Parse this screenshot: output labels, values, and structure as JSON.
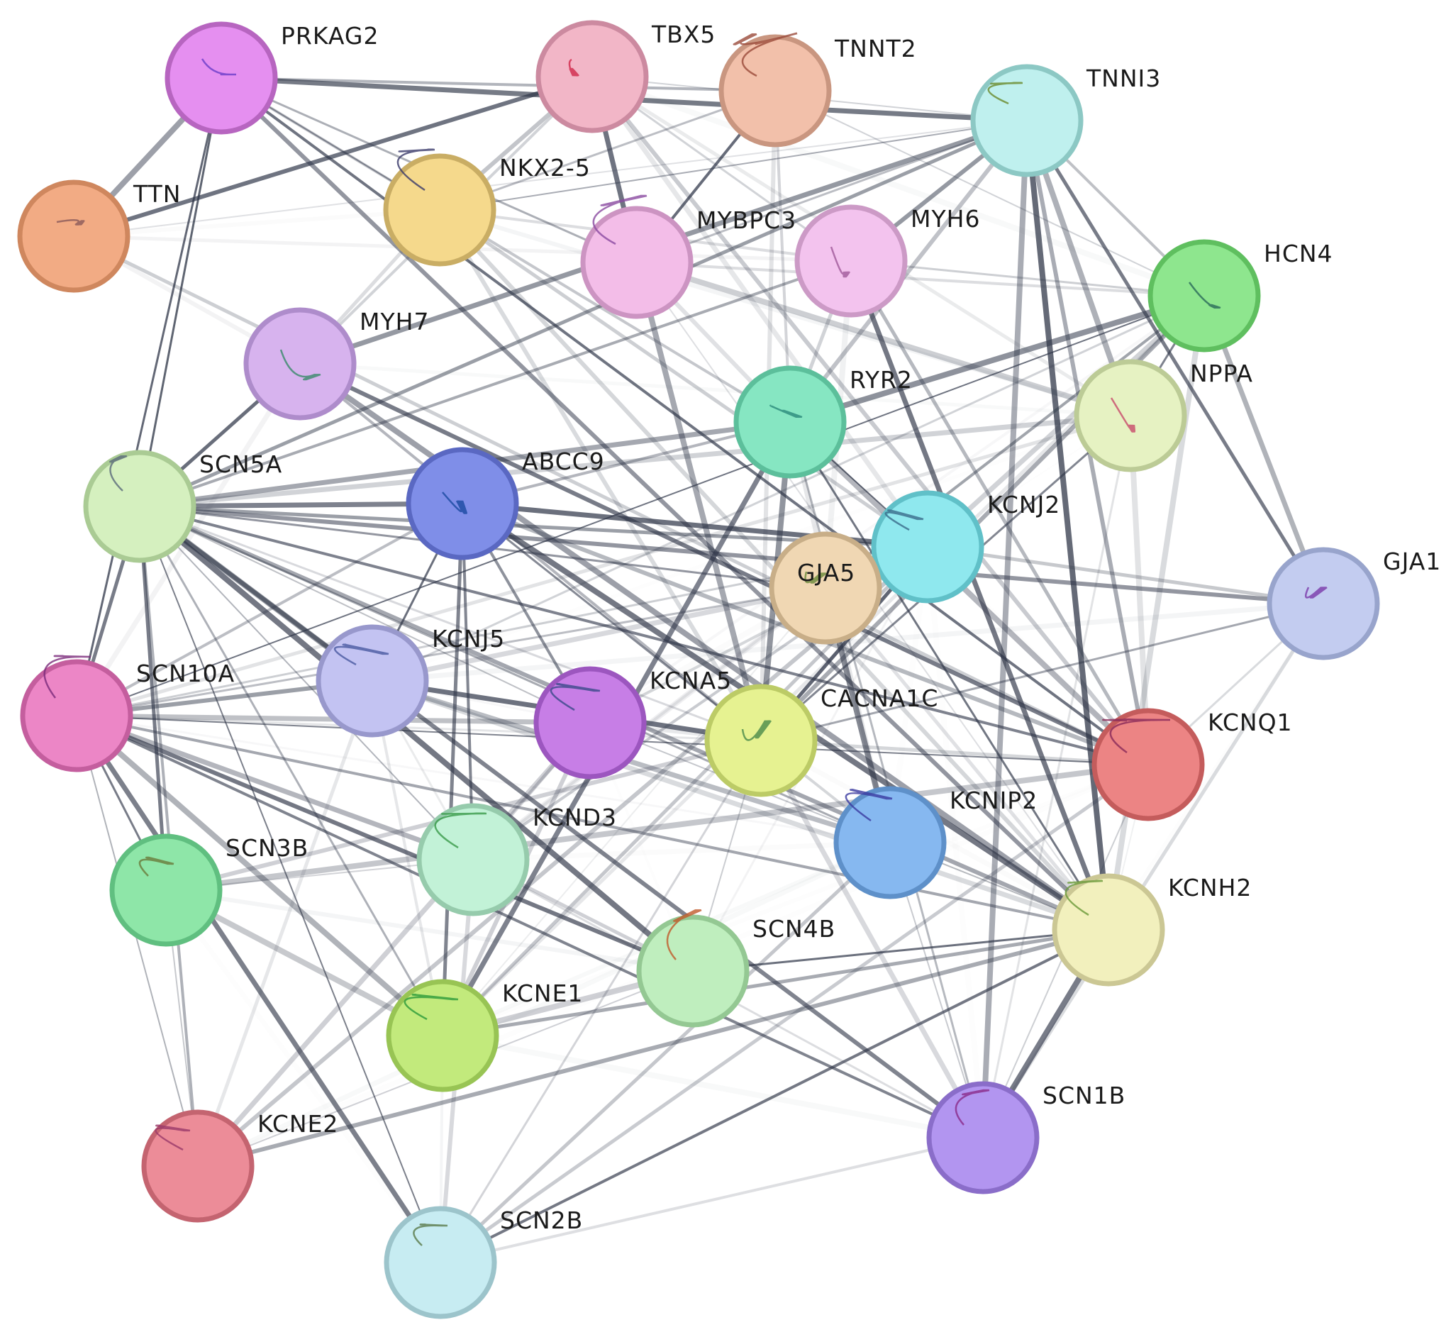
{
  "diagram": {
    "type": "protein-interaction-network",
    "nodes": [
      {
        "id": "PRKAG2",
        "label": "PRKAG2",
        "color": "#e58ff0",
        "border": "#b765c0",
        "structure": "#6a3cc8"
      },
      {
        "id": "TBX5",
        "label": "TBX5",
        "color": "#f2b6c7",
        "border": "#cc8aa0",
        "structure": "#d0284a"
      },
      {
        "id": "TNNT2",
        "label": "TNNT2",
        "color": "#f2c0aa",
        "border": "#c99680",
        "structure": "#9a4a3a"
      },
      {
        "id": "TNNI3",
        "label": "TNNI3",
        "color": "#bff0ee",
        "border": "#8cc8c4",
        "structure": "#6a8a2a"
      },
      {
        "id": "TTN",
        "label": "TTN",
        "color": "#f2ab84",
        "border": "#cf875e",
        "structure": "#8a5a5a"
      },
      {
        "id": "NKX2-5",
        "label": "NKX2-5",
        "color": "#f5d98c",
        "border": "#c9ad64",
        "structure": "#3a3a6a"
      },
      {
        "id": "MYBPC3",
        "label": "MYBPC3",
        "color": "#f3bde8",
        "border": "#cc94c2",
        "structure": "#8a4aa0"
      },
      {
        "id": "MYH6",
        "label": "MYH6",
        "color": "#f3c3ee",
        "border": "#cc9ac6",
        "structure": "#a05a9a"
      },
      {
        "id": "HCN4",
        "label": "HCN4",
        "color": "#8ee68e",
        "border": "#5fbf5f",
        "structure": "#2a6a5a"
      },
      {
        "id": "MYH7",
        "label": "MYH7",
        "color": "#d7b3ee",
        "border": "#ae8ccb",
        "structure": "#3a8a6a"
      },
      {
        "id": "NPPA",
        "label": "NPPA",
        "color": "#e6f2c2",
        "border": "#bccb96",
        "structure": "#c84a6a"
      },
      {
        "id": "RYR2",
        "label": "RYR2",
        "color": "#86e6c2",
        "border": "#5cbf9b",
        "structure": "#2a8a7a"
      },
      {
        "id": "SCN5A",
        "label": "SCN5A",
        "color": "#d5f0bf",
        "border": "#aacb94",
        "structure": "#5a6a7a"
      },
      {
        "id": "ABCC9",
        "label": "ABCC9",
        "color": "#7f8ee8",
        "border": "#5a68c2",
        "structure": "#1a4aa0"
      },
      {
        "id": "KCNJ2",
        "label": "KCNJ2",
        "color": "#8fe8ee",
        "border": "#60c0c8",
        "structure": "#3a6a8a"
      },
      {
        "id": "GJA5",
        "label": "GJA5",
        "color": "#f0d7b3",
        "border": "#c8ae88",
        "structure": "#6a8a3a"
      },
      {
        "id": "GJA1",
        "label": "GJA1",
        "color": "#c3ccf0",
        "border": "#98a4cc",
        "structure": "#7a3aaa"
      },
      {
        "id": "SCN10A",
        "label": "SCN10A",
        "color": "#ec86c6",
        "border": "#c45e9e",
        "structure": "#7a2a7a"
      },
      {
        "id": "KCNJ5",
        "label": "KCNJ5",
        "color": "#c3c3f2",
        "border": "#9898cc",
        "structure": "#4a5aa0"
      },
      {
        "id": "KCNA5",
        "label": "KCNA5",
        "color": "#c77ee6",
        "border": "#9c56bf",
        "structure": "#3a4a8a"
      },
      {
        "id": "CACNA1C",
        "label": "CACNA1C",
        "color": "#e6f291",
        "border": "#bccb66",
        "structure": "#4a8a4a"
      },
      {
        "id": "KCNQ1",
        "label": "KCNQ1",
        "color": "#ec8484",
        "border": "#c45c5c",
        "structure": "#8a2a5a"
      },
      {
        "id": "KCND3",
        "label": "KCND3",
        "color": "#c2f2d7",
        "border": "#96cbac",
        "structure": "#3a9a4a"
      },
      {
        "id": "KCNIP2",
        "label": "KCNIP2",
        "color": "#86b8f0",
        "border": "#5e90c9",
        "structure": "#3a3aa0"
      },
      {
        "id": "SCN3B",
        "label": "SCN3B",
        "color": "#8ee6a8",
        "border": "#60bf80",
        "structure": "#6a7a3a"
      },
      {
        "id": "KCNH2",
        "label": "KCNH2",
        "color": "#f2f0bd",
        "border": "#cbc794",
        "structure": "#6a9a3a"
      },
      {
        "id": "SCN4B",
        "label": "SCN4B",
        "color": "#bfeebe",
        "border": "#94c893",
        "structure": "#c05a2a"
      },
      {
        "id": "KCNE1",
        "label": "KCNE1",
        "color": "#c2ea7c",
        "border": "#98c454",
        "structure": "#2a9a3a"
      },
      {
        "id": "SCN1B",
        "label": "SCN1B",
        "color": "#b295f0",
        "border": "#8a6dc9",
        "structure": "#8a2a8a"
      },
      {
        "id": "KCNE2",
        "label": "KCNE2",
        "color": "#ec8c98",
        "border": "#c46470",
        "structure": "#9a3a6a"
      },
      {
        "id": "SCN2B",
        "label": "SCN2B",
        "color": "#c7ecf2",
        "border": "#9cc4cb",
        "structure": "#5a7a4a"
      }
    ],
    "edges": [
      [
        "PRKAG2",
        "TBX5"
      ],
      [
        "PRKAG2",
        "TNNT2"
      ],
      [
        "PRKAG2",
        "TNNI3"
      ],
      [
        "PRKAG2",
        "TTN"
      ],
      [
        "PRKAG2",
        "NKX2-5"
      ],
      [
        "PRKAG2",
        "MYBPC3"
      ],
      [
        "PRKAG2",
        "MYH6"
      ],
      [
        "PRKAG2",
        "MYH7"
      ],
      [
        "PRKAG2",
        "SCN5A"
      ],
      [
        "PRKAG2",
        "RYR2"
      ],
      [
        "PRKAG2",
        "HCN4"
      ],
      [
        "PRKAG2",
        "KCNQ1"
      ],
      [
        "PRKAG2",
        "KCNH2"
      ],
      [
        "PRKAG2",
        "NPPA"
      ],
      [
        "PRKAG2",
        "SCN10A"
      ],
      [
        "TBX5",
        "TNNT2"
      ],
      [
        "TBX5",
        "NKX2-5"
      ],
      [
        "TBX5",
        "MYH6"
      ],
      [
        "TBX5",
        "MYH7"
      ],
      [
        "TBX5",
        "HCN4"
      ],
      [
        "TBX5",
        "NPPA"
      ],
      [
        "TBX5",
        "SCN5A"
      ],
      [
        "TBX5",
        "GJA5"
      ],
      [
        "TBX5",
        "GJA1"
      ],
      [
        "TBX5",
        "MYBPC3"
      ],
      [
        "TBX5",
        "TNNI3"
      ],
      [
        "TBX5",
        "KCNJ2"
      ],
      [
        "TBX5",
        "TTN"
      ],
      [
        "TBX5",
        "KCNQ1"
      ],
      [
        "TNNT2",
        "TNNI3"
      ],
      [
        "TNNT2",
        "MYBPC3"
      ],
      [
        "TNNT2",
        "MYH6"
      ],
      [
        "TNNT2",
        "MYH7"
      ],
      [
        "TNNT2",
        "TTN"
      ],
      [
        "TNNT2",
        "NKX2-5"
      ],
      [
        "TNNT2",
        "RYR2"
      ],
      [
        "TNNT2",
        "NPPA"
      ],
      [
        "TNNT2",
        "SCN5A"
      ],
      [
        "TNNT2",
        "HCN4"
      ],
      [
        "TNNT2",
        "KCNQ1"
      ],
      [
        "TNNT2",
        "CACNA1C"
      ],
      [
        "TNNI3",
        "MYBPC3"
      ],
      [
        "TNNI3",
        "MYH6"
      ],
      [
        "TNNI3",
        "MYH7"
      ],
      [
        "TNNI3",
        "TTN"
      ],
      [
        "TNNI3",
        "NKX2-5"
      ],
      [
        "TNNI3",
        "NPPA"
      ],
      [
        "TNNI3",
        "RYR2"
      ],
      [
        "TNNI3",
        "HCN4"
      ],
      [
        "TNNI3",
        "SCN5A"
      ],
      [
        "TNNI3",
        "KCNQ1"
      ],
      [
        "TNNI3",
        "KCNH2"
      ],
      [
        "TNNI3",
        "GJA1"
      ],
      [
        "TNNI3",
        "SCN1B"
      ],
      [
        "TNNI3",
        "CACNA1C"
      ],
      [
        "TTN",
        "NKX2-5"
      ],
      [
        "TTN",
        "MYBPC3"
      ],
      [
        "TTN",
        "MYH6"
      ],
      [
        "TTN",
        "MYH7"
      ],
      [
        "TTN",
        "SCN5A"
      ],
      [
        "TTN",
        "SCN10A"
      ],
      [
        "TTN",
        "RYR2"
      ],
      [
        "TTN",
        "HCN4"
      ],
      [
        "TTN",
        "NPPA"
      ],
      [
        "TTN",
        "KCNQ1"
      ],
      [
        "NKX2-5",
        "MYBPC3"
      ],
      [
        "NKX2-5",
        "MYH6"
      ],
      [
        "NKX2-5",
        "MYH7"
      ],
      [
        "NKX2-5",
        "HCN4"
      ],
      [
        "NKX2-5",
        "NPPA"
      ],
      [
        "NKX2-5",
        "SCN5A"
      ],
      [
        "NKX2-5",
        "GJA5"
      ],
      [
        "NKX2-5",
        "GJA1"
      ],
      [
        "NKX2-5",
        "KCNJ2"
      ],
      [
        "NKX2-5",
        "RYR2"
      ],
      [
        "NKX2-5",
        "KCNH2"
      ],
      [
        "NKX2-5",
        "KCNQ1"
      ],
      [
        "NKX2-5",
        "SCN3B"
      ],
      [
        "NKX2-5",
        "CACNA1C"
      ],
      [
        "MYBPC3",
        "MYH6"
      ],
      [
        "MYBPC3",
        "MYH7"
      ],
      [
        "MYBPC3",
        "RYR2"
      ],
      [
        "MYBPC3",
        "SCN5A"
      ],
      [
        "MYBPC3",
        "NPPA"
      ],
      [
        "MYBPC3",
        "HCN4"
      ],
      [
        "MYBPC3",
        "KCNQ1"
      ],
      [
        "MYBPC3",
        "KCNH2"
      ],
      [
        "MYBPC3",
        "CACNA1C"
      ],
      [
        "MYH6",
        "MYH7"
      ],
      [
        "MYH6",
        "RYR2"
      ],
      [
        "MYH6",
        "HCN4"
      ],
      [
        "MYH6",
        "NPPA"
      ],
      [
        "MYH6",
        "SCN5A"
      ],
      [
        "MYH6",
        "KCNQ1"
      ],
      [
        "MYH6",
        "GJA5"
      ],
      [
        "MYH6",
        "KCNH2"
      ],
      [
        "HCN4",
        "NPPA"
      ],
      [
        "HCN4",
        "RYR2"
      ],
      [
        "HCN4",
        "SCN5A"
      ],
      [
        "HCN4",
        "KCNJ2"
      ],
      [
        "HCN4",
        "GJA5"
      ],
      [
        "HCN4",
        "GJA1"
      ],
      [
        "HCN4",
        "KCNQ1"
      ],
      [
        "HCN4",
        "KCNH2"
      ],
      [
        "HCN4",
        "CACNA1C"
      ],
      [
        "HCN4",
        "KCNE1"
      ],
      [
        "HCN4",
        "SCN10A"
      ],
      [
        "HCN4",
        "KCNJ5"
      ],
      [
        "HCN4",
        "KCND3"
      ],
      [
        "HCN4",
        "KCNA5"
      ],
      [
        "HCN4",
        "SCN1B"
      ],
      [
        "MYH7",
        "SCN5A"
      ],
      [
        "MYH7",
        "RYR2"
      ],
      [
        "MYH7",
        "NPPA"
      ],
      [
        "MYH7",
        "SCN10A"
      ],
      [
        "MYH7",
        "KCNQ1"
      ],
      [
        "MYH7",
        "KCNH2"
      ],
      [
        "MYH7",
        "CACNA1C"
      ],
      [
        "NPPA",
        "RYR2"
      ],
      [
        "NPPA",
        "SCN5A"
      ],
      [
        "NPPA",
        "KCNJ2"
      ],
      [
        "NPPA",
        "GJA5"
      ],
      [
        "NPPA",
        "GJA1"
      ],
      [
        "NPPA",
        "KCNQ1"
      ],
      [
        "NPPA",
        "KCNH2"
      ],
      [
        "NPPA",
        "CACNA1C"
      ],
      [
        "NPPA",
        "KCNE1"
      ],
      [
        "NPPA",
        "KCNA5"
      ],
      [
        "NPPA",
        "KCNJ5"
      ],
      [
        "NPPA",
        "SCN10A"
      ],
      [
        "NPPA",
        "SCN1B"
      ],
      [
        "NPPA",
        "KCND3"
      ],
      [
        "RYR2",
        "SCN5A"
      ],
      [
        "RYR2",
        "CACNA1C"
      ],
      [
        "RYR2",
        "KCNQ1"
      ],
      [
        "RYR2",
        "KCNH2"
      ],
      [
        "RYR2",
        "KCNJ2"
      ],
      [
        "RYR2",
        "GJA5"
      ],
      [
        "RYR2",
        "KCNE1"
      ],
      [
        "RYR2",
        "ABCC9"
      ],
      [
        "RYR2",
        "SCN10A"
      ],
      [
        "RYR2",
        "KCNIP2"
      ],
      [
        "RYR2",
        "SCN1B"
      ],
      [
        "SCN5A",
        "SCN10A"
      ],
      [
        "SCN5A",
        "SCN3B"
      ],
      [
        "SCN5A",
        "KCNE2"
      ],
      [
        "SCN5A",
        "SCN2B"
      ],
      [
        "SCN5A",
        "KCNE1"
      ],
      [
        "SCN5A",
        "SCN4B"
      ],
      [
        "SCN5A",
        "SCN1B"
      ],
      [
        "SCN5A",
        "KCNH2"
      ],
      [
        "SCN5A",
        "KCNQ1"
      ],
      [
        "SCN5A",
        "KCNIP2"
      ],
      [
        "SCN5A",
        "CACNA1C"
      ],
      [
        "SCN5A",
        "KCNA5"
      ],
      [
        "SCN5A",
        "KCND3"
      ],
      [
        "SCN5A",
        "KCNJ5"
      ],
      [
        "SCN5A",
        "KCNJ2"
      ],
      [
        "SCN5A",
        "GJA5"
      ],
      [
        "SCN5A",
        "ABCC9"
      ],
      [
        "SCN5A",
        "GJA1"
      ],
      [
        "ABCC9",
        "KCNJ2"
      ],
      [
        "ABCC9",
        "KCNJ5"
      ],
      [
        "ABCC9",
        "KCNA5"
      ],
      [
        "ABCC9",
        "CACNA1C"
      ],
      [
        "ABCC9",
        "KCNQ1"
      ],
      [
        "ABCC9",
        "KCNH2"
      ],
      [
        "ABCC9",
        "KCND3"
      ],
      [
        "ABCC9",
        "SCN10A"
      ],
      [
        "ABCC9",
        "KCNE1"
      ],
      [
        "KCNJ2",
        "GJA5"
      ],
      [
        "KCNJ2",
        "GJA1"
      ],
      [
        "KCNJ2",
        "KCNQ1"
      ],
      [
        "KCNJ2",
        "KCNH2"
      ],
      [
        "KCNJ2",
        "KCNJ5"
      ],
      [
        "KCNJ2",
        "KCNA5"
      ],
      [
        "KCNJ2",
        "CACNA1C"
      ],
      [
        "KCNJ2",
        "KCNIP2"
      ],
      [
        "KCNJ2",
        "KCND3"
      ],
      [
        "KCNJ2",
        "KCNE1"
      ],
      [
        "KCNJ2",
        "SCN1B"
      ],
      [
        "KCNJ2",
        "SCN10A"
      ],
      [
        "KCNJ2",
        "KCNE2"
      ],
      [
        "KCNJ2",
        "SCN4B"
      ],
      [
        "GJA5",
        "GJA1"
      ],
      [
        "GJA5",
        "KCNJ5"
      ],
      [
        "GJA5",
        "KCNA5"
      ],
      [
        "GJA5",
        "CACNA1C"
      ],
      [
        "GJA5",
        "KCNQ1"
      ],
      [
        "GJA5",
        "KCNH2"
      ],
      [
        "GJA5",
        "SCN10A"
      ],
      [
        "GJA5",
        "KCNE1"
      ],
      [
        "GJA5",
        "KCND3"
      ],
      [
        "GJA5",
        "SCN1B"
      ],
      [
        "GJA5",
        "KCNIP2"
      ],
      [
        "GJA1",
        "KCNQ1"
      ],
      [
        "GJA1",
        "KCNH2"
      ],
      [
        "GJA1",
        "SCN1B"
      ],
      [
        "GJA1",
        "CACNA1C"
      ],
      [
        "GJA1",
        "KCNIP2"
      ],
      [
        "GJA1",
        "KCNJ5"
      ],
      [
        "SCN10A",
        "SCN3B"
      ],
      [
        "SCN10A",
        "KCNE2"
      ],
      [
        "SCN10A",
        "SCN2B"
      ],
      [
        "SCN10A",
        "KCNE1"
      ],
      [
        "SCN10A",
        "SCN4B"
      ],
      [
        "SCN10A",
        "SCN1B"
      ],
      [
        "SCN10A",
        "KCNJ5"
      ],
      [
        "SCN10A",
        "KCNA5"
      ],
      [
        "SCN10A",
        "KCND3"
      ],
      [
        "SCN10A",
        "CACNA1C"
      ],
      [
        "SCN10A",
        "KCNQ1"
      ],
      [
        "SCN10A",
        "KCNH2"
      ],
      [
        "SCN10A",
        "KCNIP2"
      ],
      [
        "KCNJ5",
        "KCNA5"
      ],
      [
        "KCNJ5",
        "CACNA1C"
      ],
      [
        "KCNJ5",
        "KCND3"
      ],
      [
        "KCNJ5",
        "KCNE1"
      ],
      [
        "KCNJ5",
        "SCN4B"
      ],
      [
        "KCNJ5",
        "KCNQ1"
      ],
      [
        "KCNJ5",
        "KCNH2"
      ],
      [
        "KCNJ5",
        "SCN1B"
      ],
      [
        "KCNJ5",
        "KCNE2"
      ],
      [
        "KCNJ5",
        "SCN2B"
      ],
      [
        "KCNJ5",
        "SCN3B"
      ],
      [
        "KCNJ5",
        "KCNIP2"
      ],
      [
        "KCNA5",
        "CACNA1C"
      ],
      [
        "KCNA5",
        "KCND3"
      ],
      [
        "KCNA5",
        "KCNE1"
      ],
      [
        "KCNA5",
        "KCNQ1"
      ],
      [
        "KCNA5",
        "KCNH2"
      ],
      [
        "KCNA5",
        "KCNIP2"
      ],
      [
        "KCNA5",
        "SCN4B"
      ],
      [
        "KCNA5",
        "KCNE2"
      ],
      [
        "KCNA5",
        "SCN1B"
      ],
      [
        "KCNA5",
        "SCN2B"
      ],
      [
        "KCNA5",
        "SCN3B"
      ],
      [
        "CACNA1C",
        "KCNQ1"
      ],
      [
        "CACNA1C",
        "KCNH2"
      ],
      [
        "CACNA1C",
        "KCNIP2"
      ],
      [
        "CACNA1C",
        "KCND3"
      ],
      [
        "CACNA1C",
        "KCNE1"
      ],
      [
        "CACNA1C",
        "SCN4B"
      ],
      [
        "CACNA1C",
        "SCN1B"
      ],
      [
        "CACNA1C",
        "KCNE2"
      ],
      [
        "CACNA1C",
        "SCN2B"
      ],
      [
        "CACNA1C",
        "SCN3B"
      ],
      [
        "KCNQ1",
        "KCNH2"
      ],
      [
        "KCNQ1",
        "KCNIP2"
      ],
      [
        "KCNQ1",
        "KCNE1"
      ],
      [
        "KCNQ1",
        "KCNE2"
      ],
      [
        "KCNQ1",
        "SCN1B"
      ],
      [
        "KCNQ1",
        "SCN4B"
      ],
      [
        "KCNQ1",
        "KCND3"
      ],
      [
        "KCNQ1",
        "SCN2B"
      ],
      [
        "KCNQ1",
        "SCN3B"
      ],
      [
        "KCND3",
        "KCNIP2"
      ],
      [
        "KCND3",
        "KCNE1"
      ],
      [
        "KCND3",
        "KCNE2"
      ],
      [
        "KCND3",
        "SCN4B"
      ],
      [
        "KCND3",
        "SCN3B"
      ],
      [
        "KCND3",
        "SCN2B"
      ],
      [
        "KCND3",
        "KCNH2"
      ],
      [
        "KCND3",
        "SCN1B"
      ],
      [
        "KCNIP2",
        "KCNH2"
      ],
      [
        "KCNIP2",
        "SCN4B"
      ],
      [
        "KCNIP2",
        "KCNE1"
      ],
      [
        "KCNIP2",
        "KCNE2"
      ],
      [
        "KCNIP2",
        "SCN1B"
      ],
      [
        "KCNIP2",
        "SCN2B"
      ],
      [
        "KCNIP2",
        "SCN3B"
      ],
      [
        "SCN3B",
        "KCNE2"
      ],
      [
        "SCN3B",
        "SCN2B"
      ],
      [
        "SCN3B",
        "KCNE1"
      ],
      [
        "SCN3B",
        "SCN4B"
      ],
      [
        "SCN3B",
        "SCN1B"
      ],
      [
        "SCN3B",
        "KCNH2"
      ],
      [
        "KCNH2",
        "SCN4B"
      ],
      [
        "KCNH2",
        "KCNE1"
      ],
      [
        "KCNH2",
        "KCNE2"
      ],
      [
        "KCNH2",
        "SCN1B"
      ],
      [
        "KCNH2",
        "SCN2B"
      ],
      [
        "SCN4B",
        "KCNE1"
      ],
      [
        "SCN4B",
        "SCN1B"
      ],
      [
        "SCN4B",
        "KCNE2"
      ],
      [
        "SCN4B",
        "SCN2B"
      ],
      [
        "KCNE1",
        "KCNE2"
      ],
      [
        "KCNE1",
        "SCN2B"
      ],
      [
        "KCNE1",
        "SCN1B"
      ],
      [
        "SCN1B",
        "KCNE2"
      ],
      [
        "SCN1B",
        "SCN2B"
      ],
      [
        "KCNE2",
        "SCN2B"
      ]
    ]
  }
}
